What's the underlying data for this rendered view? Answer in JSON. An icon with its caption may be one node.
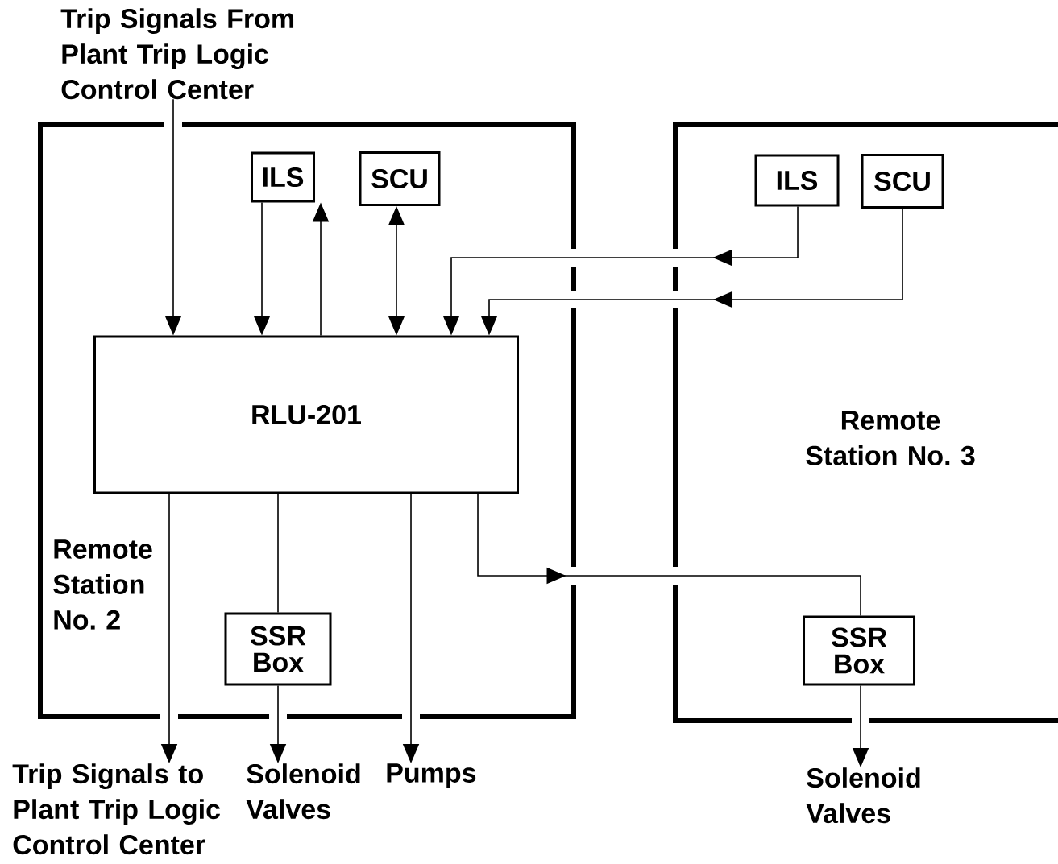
{
  "diagram": {
    "nodes": [
      {
        "text": [
          "Remote Station No. 2"
        ]
      },
      {
        "text": [
          "ILS"
        ],
        "in": 0
      },
      {
        "text": [
          "SCU"
        ],
        "in": 0
      },
      {
        "text": [
          "RLU-201"
        ],
        "in": 0
      },
      {
        "text": [
          "SSR Box"
        ],
        "in": 0
      },
      {
        "text": [
          "Remote Station No. 3"
        ]
      },
      {
        "text": [
          "ILS"
        ],
        "in": 5
      },
      {
        "text": [
          "SCU"
        ],
        "in": 5
      },
      {
        "text": [
          "SSR Box"
        ],
        "in": 5
      },
      {
        "text": [
          "Trip Signals From Plant Trip Logic Control Center"
        ]
      },
      {
        "text": [
          "Trip Signals to Plant Trip Logic Control Center"
        ]
      },
      {
        "text": [
          "Solenoid Valves"
        ]
      },
      {
        "text": [
          "Pumps"
        ]
      },
      {
        "text": [
          "Solenoid Valves"
        ]
      }
    ],
    "edges": [
      {
        "from": 9,
        "to": 3,
        "arrow": "to"
      },
      {
        "from": 1,
        "to": 3,
        "arrow": "to"
      },
      {
        "from": 3,
        "to": 1,
        "arrow": "to"
      },
      {
        "from": 2,
        "to": 3,
        "arrow": "both"
      },
      {
        "from": 6,
        "to": 3,
        "arrow": "to"
      },
      {
        "from": 7,
        "to": 3,
        "arrow": "to"
      },
      {
        "from": 3,
        "to": 8,
        "arrow": "to"
      },
      {
        "from": 3,
        "to": 10,
        "arrow": "to"
      },
      {
        "from": 3,
        "to": 4,
        "arrow": "none"
      },
      {
        "from": 4,
        "to": 11,
        "arrow": "to"
      },
      {
        "from": 3,
        "to": 12,
        "arrow": "to"
      },
      {
        "from": 8,
        "to": 13,
        "arrow": "to"
      }
    ]
  }
}
